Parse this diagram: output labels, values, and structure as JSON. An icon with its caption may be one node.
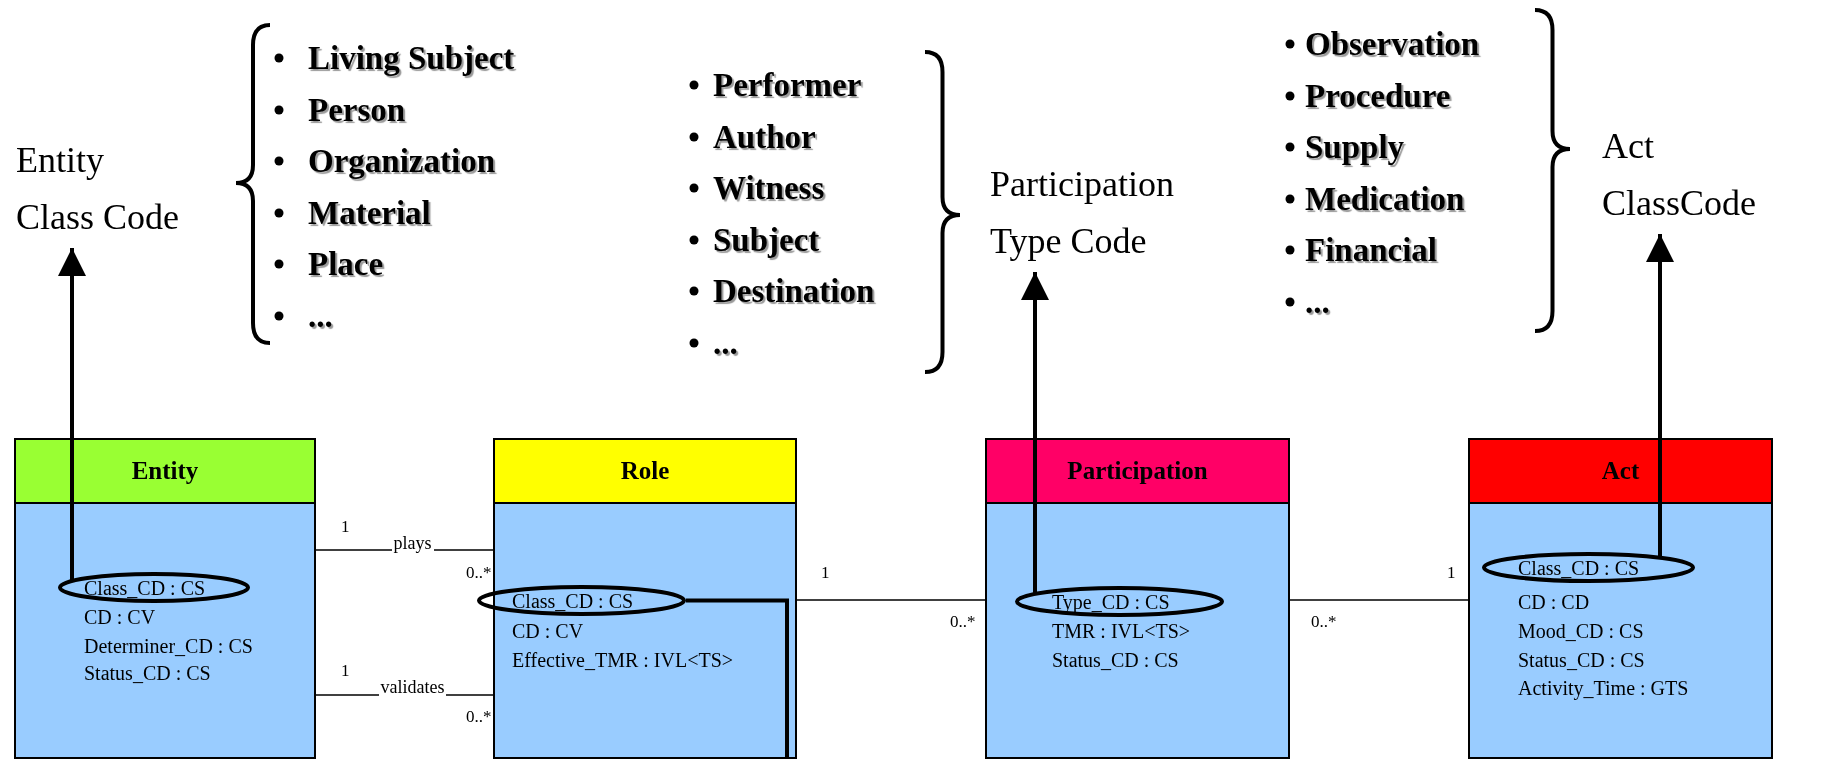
{
  "diagram": {
    "nodes": [
      {
        "text": [
          "Entity Class Code"
        ]
      },
      {
        "text": [
          "Participation Type Code"
        ]
      },
      {
        "text": [
          "Act ClassCode"
        ]
      },
      {
        "text": [
          "Entity",
          "CD : CV",
          "Determiner_CD : CS",
          "Status_CD : CS"
        ]
      },
      {
        "text": [
          "Class_CD : CS"
        ],
        "in": 3
      },
      {
        "text": [
          "Role",
          "CD : CV",
          "Effective_TMR : IVL<TS>"
        ]
      },
      {
        "text": [
          "Class_CD : CS"
        ],
        "in": 5
      },
      {
        "text": [
          "Participation",
          "TMR : IVL<TS>",
          "Status_CD : CS"
        ]
      },
      {
        "text": [
          "Type_CD : CS"
        ],
        "in": 7
      },
      {
        "text": [
          "Act",
          "CD : CD",
          "Mood_CD : CS",
          "Status_CD : CS",
          "Activity_Time : GTS"
        ]
      },
      {
        "text": [
          "Class_CD : CS"
        ],
        "in": 9
      }
    ],
    "edges": [
      {
        "from": 4,
        "to": 0,
        "arrow": "to"
      },
      {
        "from": 8,
        "to": 1,
        "arrow": "to"
      },
      {
        "from": 10,
        "to": 2,
        "arrow": "to"
      },
      {
        "from": 6,
        "to": null,
        "arrow": "none"
      },
      {
        "from": 3,
        "to": 5,
        "arrow": "none",
        "label": "plays"
      },
      {
        "from": 3,
        "to": 5,
        "arrow": "none",
        "label": "validates"
      },
      {
        "from": 5,
        "to": 7,
        "arrow": "none"
      },
      {
        "from": 7,
        "to": 9,
        "arrow": "none"
      }
    ],
    "labels": [
      "Living Subject",
      "Person",
      "Organization",
      "Material",
      "Place",
      "...",
      "Performer",
      "Author",
      "Witness",
      "Subject",
      "Destination",
      "...",
      "Observation",
      "Procedure",
      "Supply",
      "Medication",
      "Financial",
      "...",
      "1",
      "0..*",
      "1",
      "0..*",
      "1",
      "0..*",
      "0..*",
      "1"
    ]
  }
}
